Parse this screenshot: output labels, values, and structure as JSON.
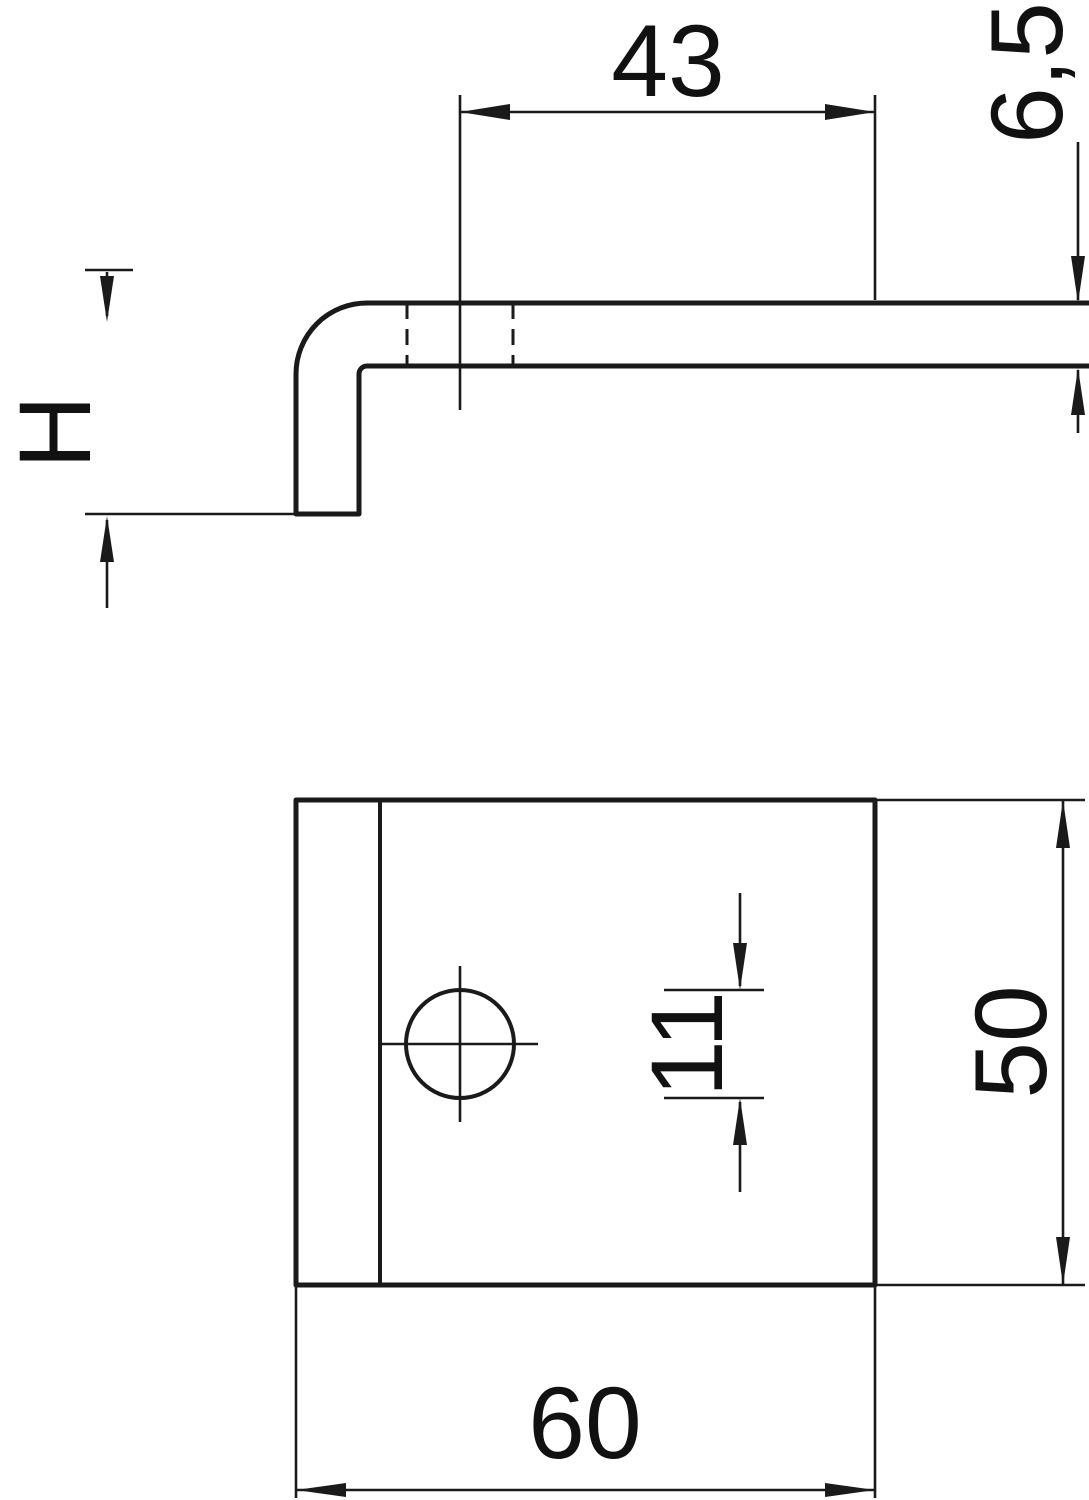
{
  "drawing": {
    "type": "technical-dimension-drawing",
    "background_color": "#ffffff",
    "line_color": "#1a1a1a"
  },
  "side_view": {
    "dim_width": "43",
    "dim_thickness": "6,5",
    "dim_height": "H"
  },
  "plan_view": {
    "dim_hole": "11",
    "dim_depth": "50",
    "dim_width": "60"
  }
}
